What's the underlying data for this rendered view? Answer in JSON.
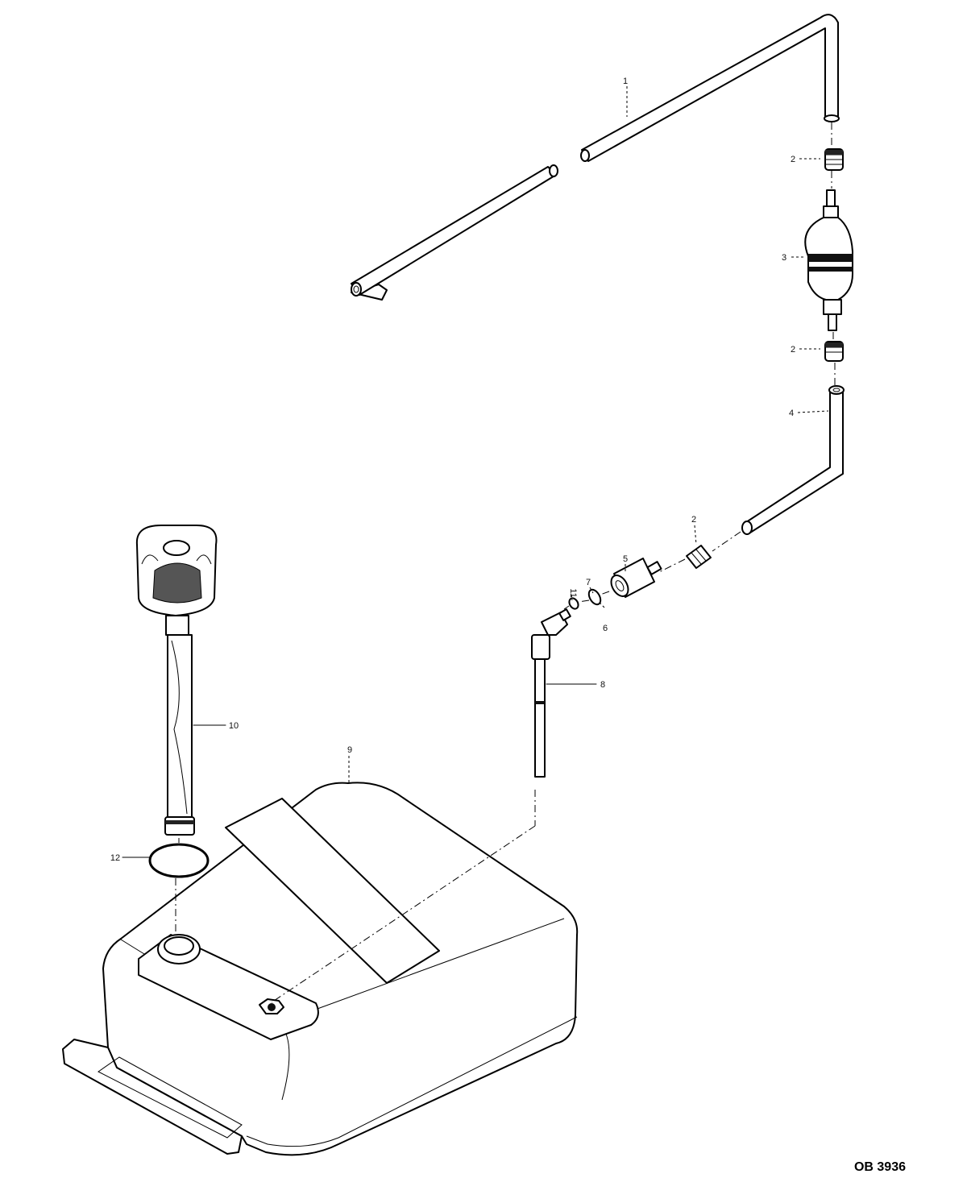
{
  "diagram": {
    "drawing_number": "OB 3936",
    "callouts": [
      "1",
      "2",
      "3",
      "2",
      "4",
      "2",
      "5",
      "7",
      "11",
      "6",
      "8",
      "10",
      "9",
      "12"
    ]
  }
}
